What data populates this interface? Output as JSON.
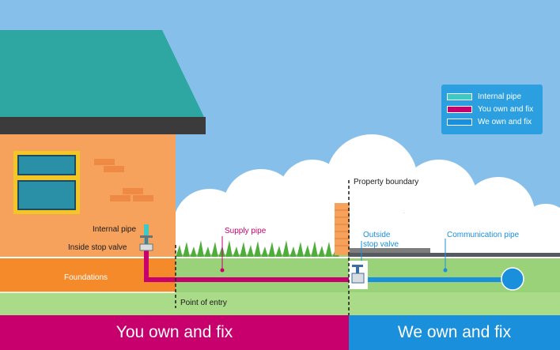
{
  "colors": {
    "sky": "#86c0ea",
    "roof": "#2ea7a3",
    "wall": "#f6a25d",
    "foundation": "#f58a2a",
    "grass": "#9ad27a",
    "internal_pipe": "#3ec9c4",
    "supply_pipe": "#c8006d",
    "communication_pipe": "#1a8fdc",
    "band_left": "#c8006d",
    "band_right": "#1a8fdc"
  },
  "labels": {
    "internal_pipe": "Internal pipe",
    "inside_stop_valve": "Inside stop valve",
    "foundations": "Foundations",
    "point_of_entry": "Point of entry",
    "supply_pipe": "Supply pipe",
    "property_boundary": "Property boundary",
    "outside_stop_valve_line1": "Outside",
    "outside_stop_valve_line2": "stop valve",
    "communication_pipe": "Communication pipe"
  },
  "legend": {
    "items": [
      {
        "label": "Internal pipe",
        "color": "#3ec9c4"
      },
      {
        "label": "You own and fix",
        "color": "#c8006d"
      },
      {
        "label": "We own and fix",
        "color": "#1a8fdc"
      }
    ]
  },
  "bands": {
    "left": "You own and fix",
    "right": "We own and fix"
  }
}
